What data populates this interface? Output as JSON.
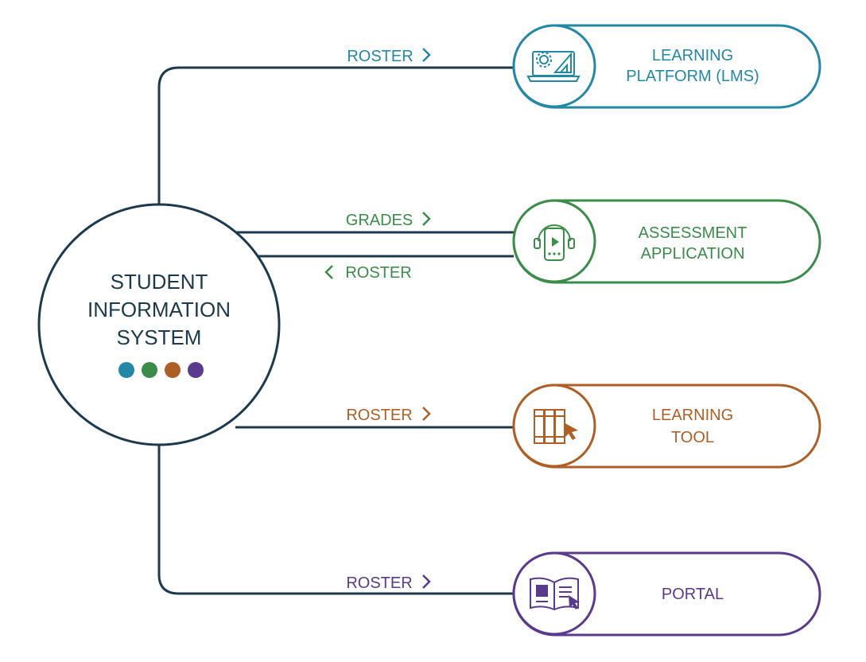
{
  "hub": {
    "title_lines": [
      "STUDENT",
      "INFORMATION",
      "SYSTEM"
    ],
    "color": "#1d3a4c",
    "dot_colors": [
      "#2388a6",
      "#3b8c4a",
      "#ad5f25",
      "#5a3a8c"
    ]
  },
  "systems": [
    {
      "id": "lms",
      "label_lines": [
        "LEARNING",
        "PLATFORM (LMS)"
      ],
      "color": "#2388a6",
      "icon": "laptop-gear-ruler-icon",
      "flows": [
        {
          "label": "ROSTER",
          "direction": "out"
        }
      ]
    },
    {
      "id": "assessment",
      "label_lines": [
        "ASSESSMENT",
        "APPLICATION"
      ],
      "color": "#3b8c4a",
      "icon": "phone-headphones-icon",
      "flows": [
        {
          "label": "GRADES",
          "direction": "out"
        },
        {
          "label": "ROSTER",
          "direction": "in"
        }
      ]
    },
    {
      "id": "learning-tool",
      "label_lines": [
        "LEARNING",
        "TOOL"
      ],
      "color": "#ad5f25",
      "icon": "books-cursor-icon",
      "flows": [
        {
          "label": "ROSTER",
          "direction": "out"
        }
      ]
    },
    {
      "id": "portal",
      "label_lines": [
        "PORTAL"
      ],
      "color": "#5a3a8c",
      "icon": "open-book-cursor-icon",
      "flows": [
        {
          "label": "ROSTER",
          "direction": "out"
        }
      ]
    }
  ]
}
